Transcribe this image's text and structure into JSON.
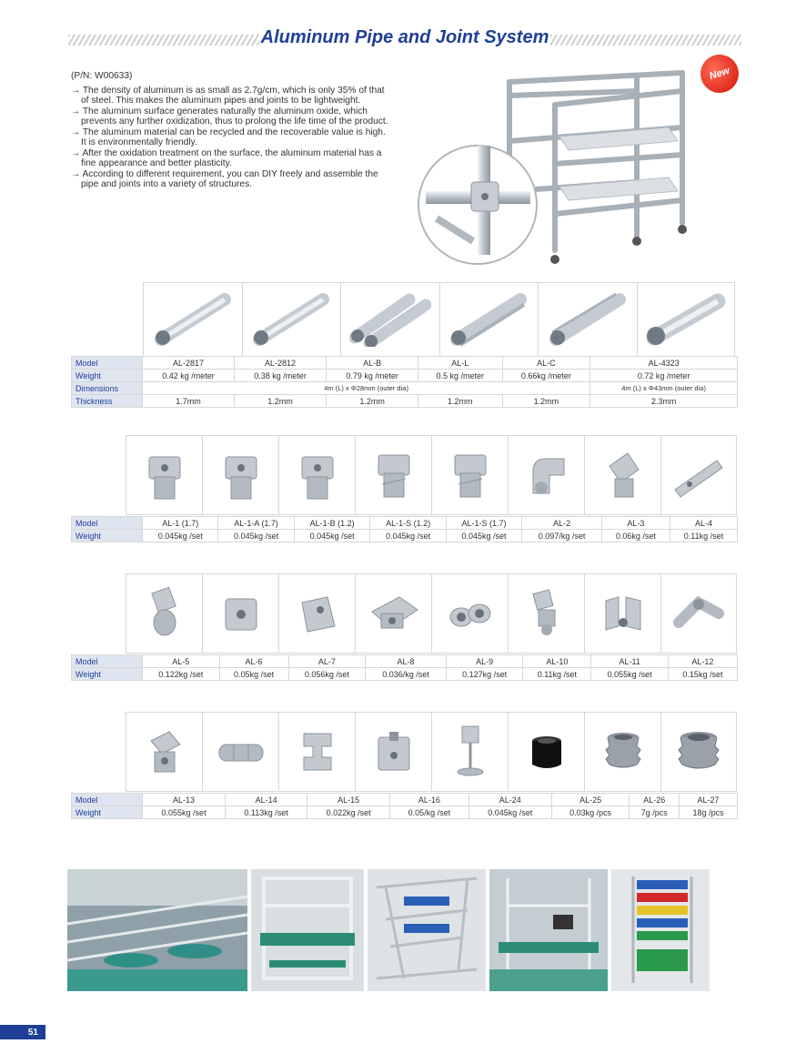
{
  "header": {
    "title": "Aluminum Pipe and Joint System"
  },
  "intro": {
    "pn": "(P/N: W00633)",
    "bullets": [
      "→ The density of aluminum is as small as 2.7g/cm, which is only 35% of that of steel. This makes the aluminum pipes and joints to be lightweight.",
      "→ The aluminum surface generates naturally the aluminum oxide, which prevents any further oxidization, thus to prolong the life time of the product.",
      "→ The aluminum material can be recycled and the recoverable value is high. It is environmentally friendly.",
      "→ After the oxidation treatment on the surface, the aluminum material has a fine appearance and better plasticity.",
      "→ According to different requirement, you can DIY freely and assemble the pipe and joints into a variety of structures."
    ]
  },
  "badge": {
    "label": "New"
  },
  "pipes": {
    "labels": {
      "model": "Model",
      "weight": "Weight",
      "dimensions": "Dimensions",
      "thickness": "Thickness"
    },
    "models": [
      "AL-2817",
      "AL-2812",
      "AL-B",
      "AL-L",
      "AL-C",
      "AL-4323"
    ],
    "weights": [
      "0.42 kg /meter",
      "0.38 kg /meter",
      "0.79 kg /meter",
      "0.5 kg /meter",
      "0.66kg /meter",
      "0.72 kg /meter"
    ],
    "dim_main": "4m (L) x Φ28mm (outer dia)",
    "dim_last": "4m (L) x Φ43mm (outer dia)",
    "thickness": [
      "1.7mm",
      "1.2mm",
      "1.2mm",
      "1.2mm",
      "1.2mm",
      "2.3mm"
    ]
  },
  "joints": {
    "labels": {
      "model": "Model",
      "weight": "Weight"
    },
    "rows": [
      {
        "models": [
          "AL-1 (1.7)",
          "AL-1-A (1.7)",
          "AL-1-B (1.2)",
          "AL-1-S (1.2)",
          "AL-1-S (1.7)",
          "AL-2",
          "AL-3",
          "AL-4"
        ],
        "weights": [
          "0.045kg /set",
          "0.045kg /set",
          "0.045kg /set",
          "0.045kg /set",
          "0.045kg /set",
          "0.097/kg /set",
          "0.06kg /set",
          "0.11kg /set"
        ]
      },
      {
        "models": [
          "AL-5",
          "AL-6",
          "AL-7",
          "AL-8",
          "AL-9",
          "AL-10",
          "AL-11",
          "AL-12"
        ],
        "weights": [
          "0.122kg /set",
          "0.05kg /set",
          "0.056kg /set",
          "0.036/kg /set",
          "0.127kg /set",
          "0.11kg /set",
          "0.055kg /set",
          "0.15kg /set"
        ]
      },
      {
        "models": [
          "AL-13",
          "AL-14",
          "AL-15",
          "AL-16",
          "AL-24",
          "AL-25",
          "AL-26",
          "AL-27"
        ],
        "weights": [
          "0.055kg /set",
          "0.113kg /set",
          "0.022kg /set",
          "0.05/kg /set",
          "0.045kg /set",
          "0.03kg /pcs",
          "7g /pcs",
          "18g /pcs"
        ]
      }
    ]
  },
  "page_number": "51"
}
